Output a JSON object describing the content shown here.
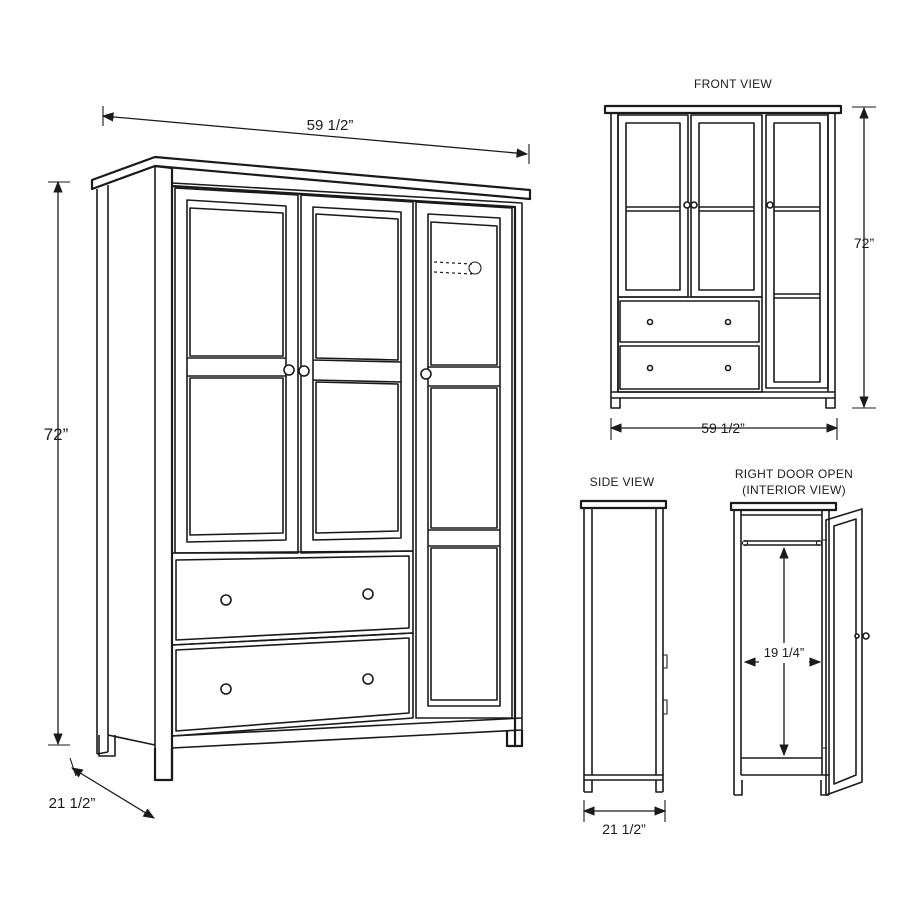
{
  "dimensions": {
    "width": "59 1/2”",
    "height": "72”",
    "depth": "21 1/2”",
    "interior_width": "19 1/4”"
  },
  "views": {
    "front": "FRONT VIEW",
    "side": "SIDE VIEW",
    "interior_line1": "RIGHT DOOR OPEN",
    "interior_line2": "(INTERIOR VIEW)"
  }
}
